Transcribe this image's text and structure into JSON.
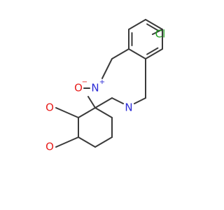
{
  "molecule": {
    "atoms": [
      {
        "id": "Cl",
        "label": "Cl",
        "color": "#1fa01f"
      },
      {
        "id": "N5",
        "label": "N",
        "charge": "+",
        "color": "#2b2bd6"
      },
      {
        "id": "O5",
        "label": "O",
        "charge": "−",
        "color": "#e8201e"
      },
      {
        "id": "N12",
        "label": "N",
        "color": "#2b2bd6"
      },
      {
        "id": "O6",
        "label": "O",
        "color": "#e8201e"
      },
      {
        "id": "O7",
        "label": "O",
        "color": "#e8201e"
      }
    ]
  }
}
